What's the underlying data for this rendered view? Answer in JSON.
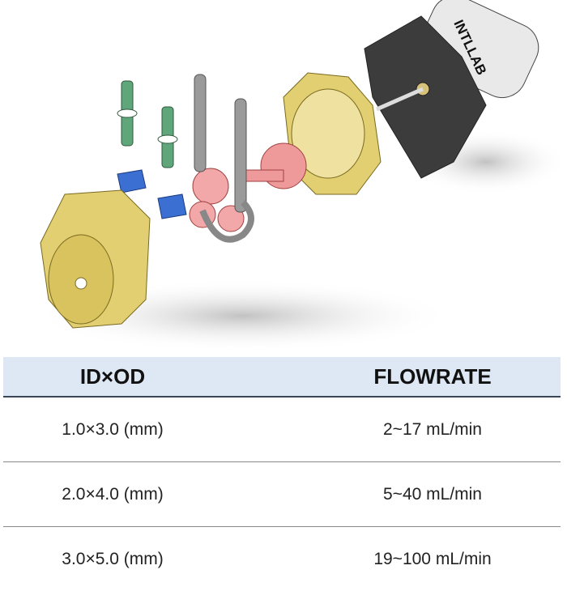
{
  "illustration": {
    "brand_label": "INTLLAB"
  },
  "table": {
    "headers": [
      "ID×OD",
      "FLOWRATE"
    ],
    "rows": [
      {
        "size": "1.0×3.0 (mm)",
        "flowrate": "2~17 mL/min"
      },
      {
        "size": "2.0×4.0 (mm)",
        "flowrate": "5~40 mL/min"
      },
      {
        "size": "3.0×5.0 (mm)",
        "flowrate": "19~100 mL/min"
      }
    ]
  },
  "colors": {
    "header_bg": "#dde8f4",
    "housing": "#e2cf72",
    "rotor": "#ef9a9a",
    "clip": "#3b6fd1",
    "motor_plate": "#3c3c3c",
    "fitting": "#5fa67a"
  }
}
